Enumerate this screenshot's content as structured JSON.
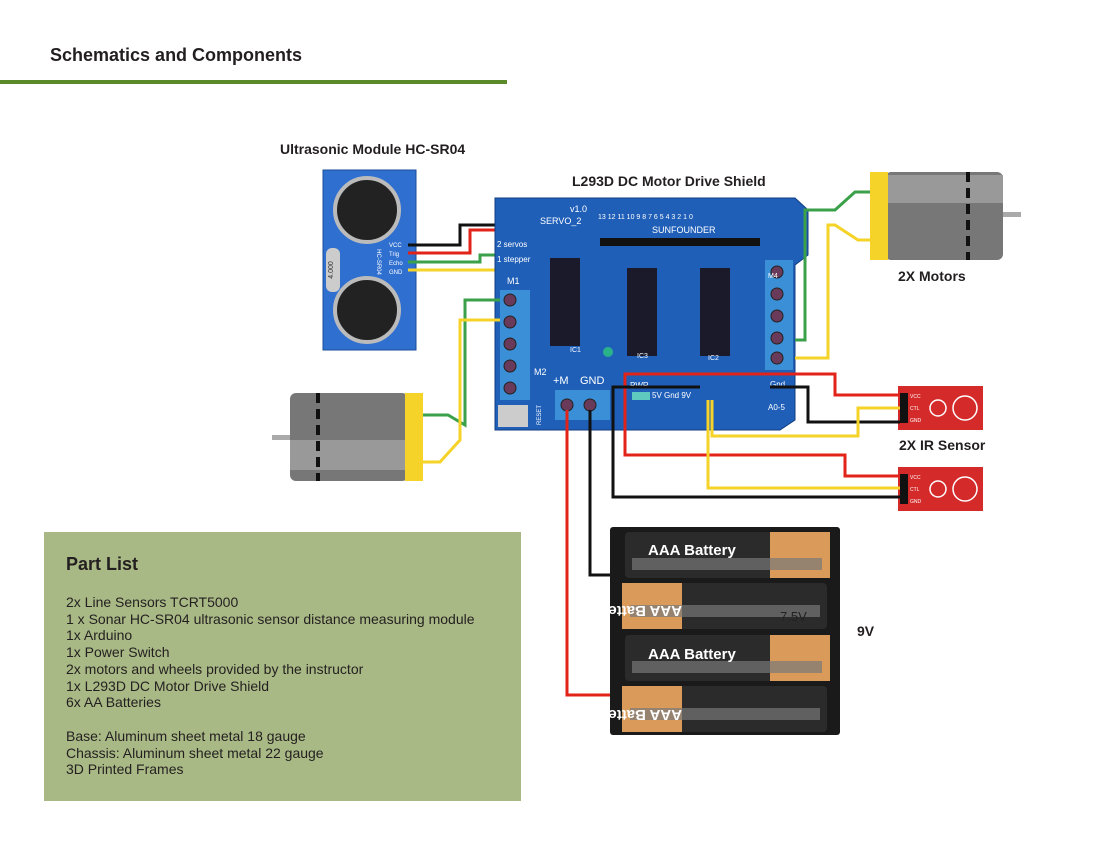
{
  "page": {
    "title": "Schematics and Components"
  },
  "components": {
    "ultrasonic": {
      "label": "Ultrasonic Module HC-SR04",
      "board_text": "HC-SR04",
      "crystal": "4.000",
      "pins": [
        "VCC",
        "Trig",
        "Echo",
        "GND"
      ]
    },
    "shield": {
      "label": "L293D DC Motor Drive Shield",
      "brand": "SUNFOUNDER",
      "version": "v1.0",
      "servo": "SERVO_2",
      "servos_text": "2 servos",
      "stepper_text": "1 stepper",
      "m1": "M1",
      "m2": "M2",
      "m4": "M4",
      "plus_m": "+M",
      "gnd": "GND",
      "pwr": "PWR",
      "power_pins": "5V Gnd 9V",
      "analog": "A0-5",
      "gnd_right": "Gnd",
      "digital": "13 12 11 10 9 8 7 6 5 4 3 2 1 0",
      "ic": [
        "IC1",
        "IC3",
        "IC2"
      ],
      "reset": "RESET"
    },
    "motors": {
      "label": "2X Motors"
    },
    "ir_sensor": {
      "label": "2X IR Sensor",
      "pins": [
        "VCC",
        "CTL",
        "GND"
      ]
    },
    "battery": {
      "cell_label": "AAA Battery",
      "voltage_inner": "7.5V",
      "voltage": "9V"
    }
  },
  "part_list": {
    "title": "Part List",
    "items": [
      "2x Line Sensors TCRT5000",
      "1 x Sonar HC-SR04 ultrasonic sensor distance measuring module",
      "1x Arduino",
      "1x Power Switch",
      "2x motors and wheels provided by the instructor",
      "1x L293D DC Motor Drive Shield",
      "6x AA Batteries"
    ],
    "materials": [
      "Base: Aluminum sheet metal 18 gauge",
      "Chassis: Aluminum sheet metal 22 gauge",
      "3D Printed Frames"
    ]
  },
  "colors": {
    "accent_rule": "#5a8a2a",
    "panel": "#a9b985",
    "board_blue": "#1f5fb8",
    "wire_red": "#e2231a",
    "wire_yellow": "#f5d328",
    "wire_green": "#3aa14a",
    "wire_black": "#111111",
    "ir_red": "#d42a2a"
  }
}
